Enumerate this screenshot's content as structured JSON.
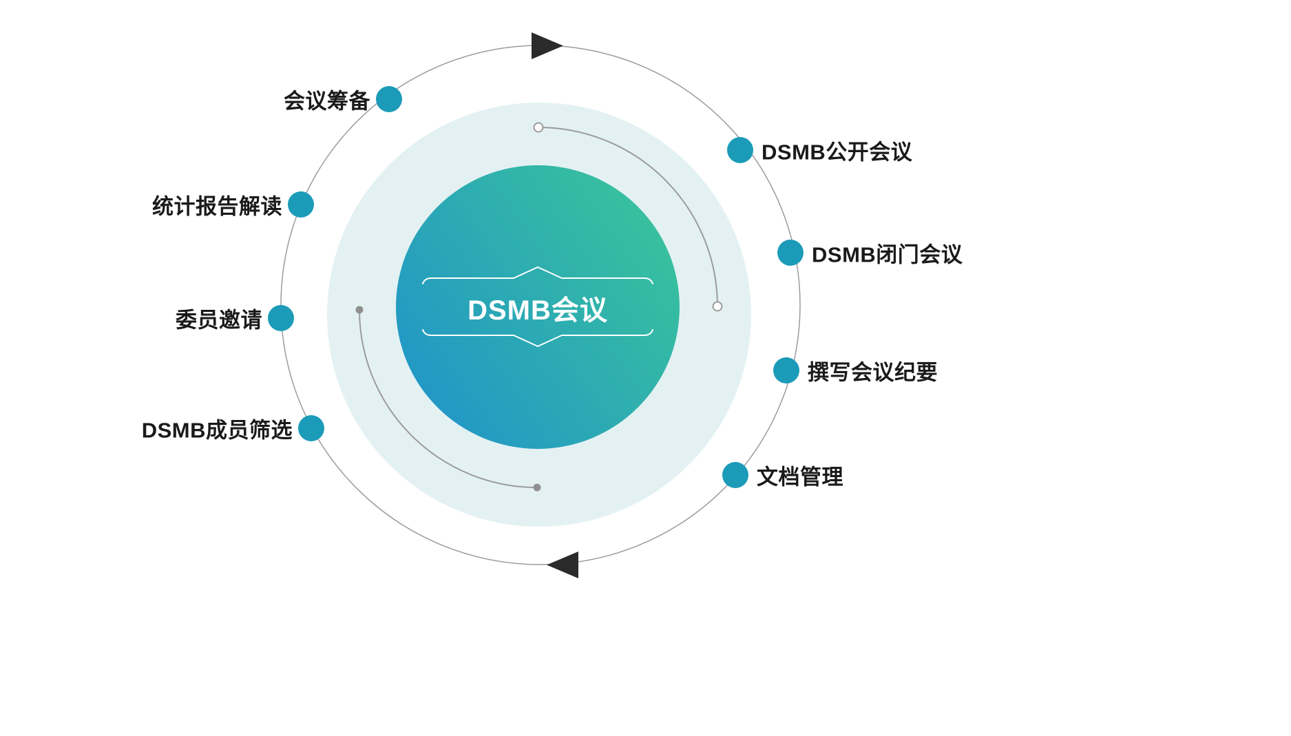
{
  "diagram": {
    "title_concept": "DSMB meeting cycle",
    "center": {
      "label": "DSMB会议"
    },
    "left_items": [
      {
        "label": "会议筹备"
      },
      {
        "label": "统计报告解读"
      },
      {
        "label": "委员邀请"
      },
      {
        "label": "DSMB成员筛选"
      }
    ],
    "right_items": [
      {
        "label": "DSMB公开会议"
      },
      {
        "label": "DSMB闭门会议"
      },
      {
        "label": "撰写会议纪要"
      },
      {
        "label": "文档管理"
      }
    ],
    "flow": {
      "direction": "clockwise",
      "top_icon": "triangle-right-icon",
      "bottom_icon": "triangle-left-icon"
    },
    "colors": {
      "node_dot": "#1b9bb8",
      "ring": "#9b9b9b",
      "arc": "#9b9b9b",
      "arc_endpoint_fill": "#8f8f8f",
      "inner_disc": "#e4f1f3",
      "center_gradient_start": "#2094c9",
      "center_gradient_end": "#3ac49a",
      "arrow": "#2b2b2b",
      "label_text": "#1a1a1a",
      "center_text": "#ffffff"
    }
  }
}
